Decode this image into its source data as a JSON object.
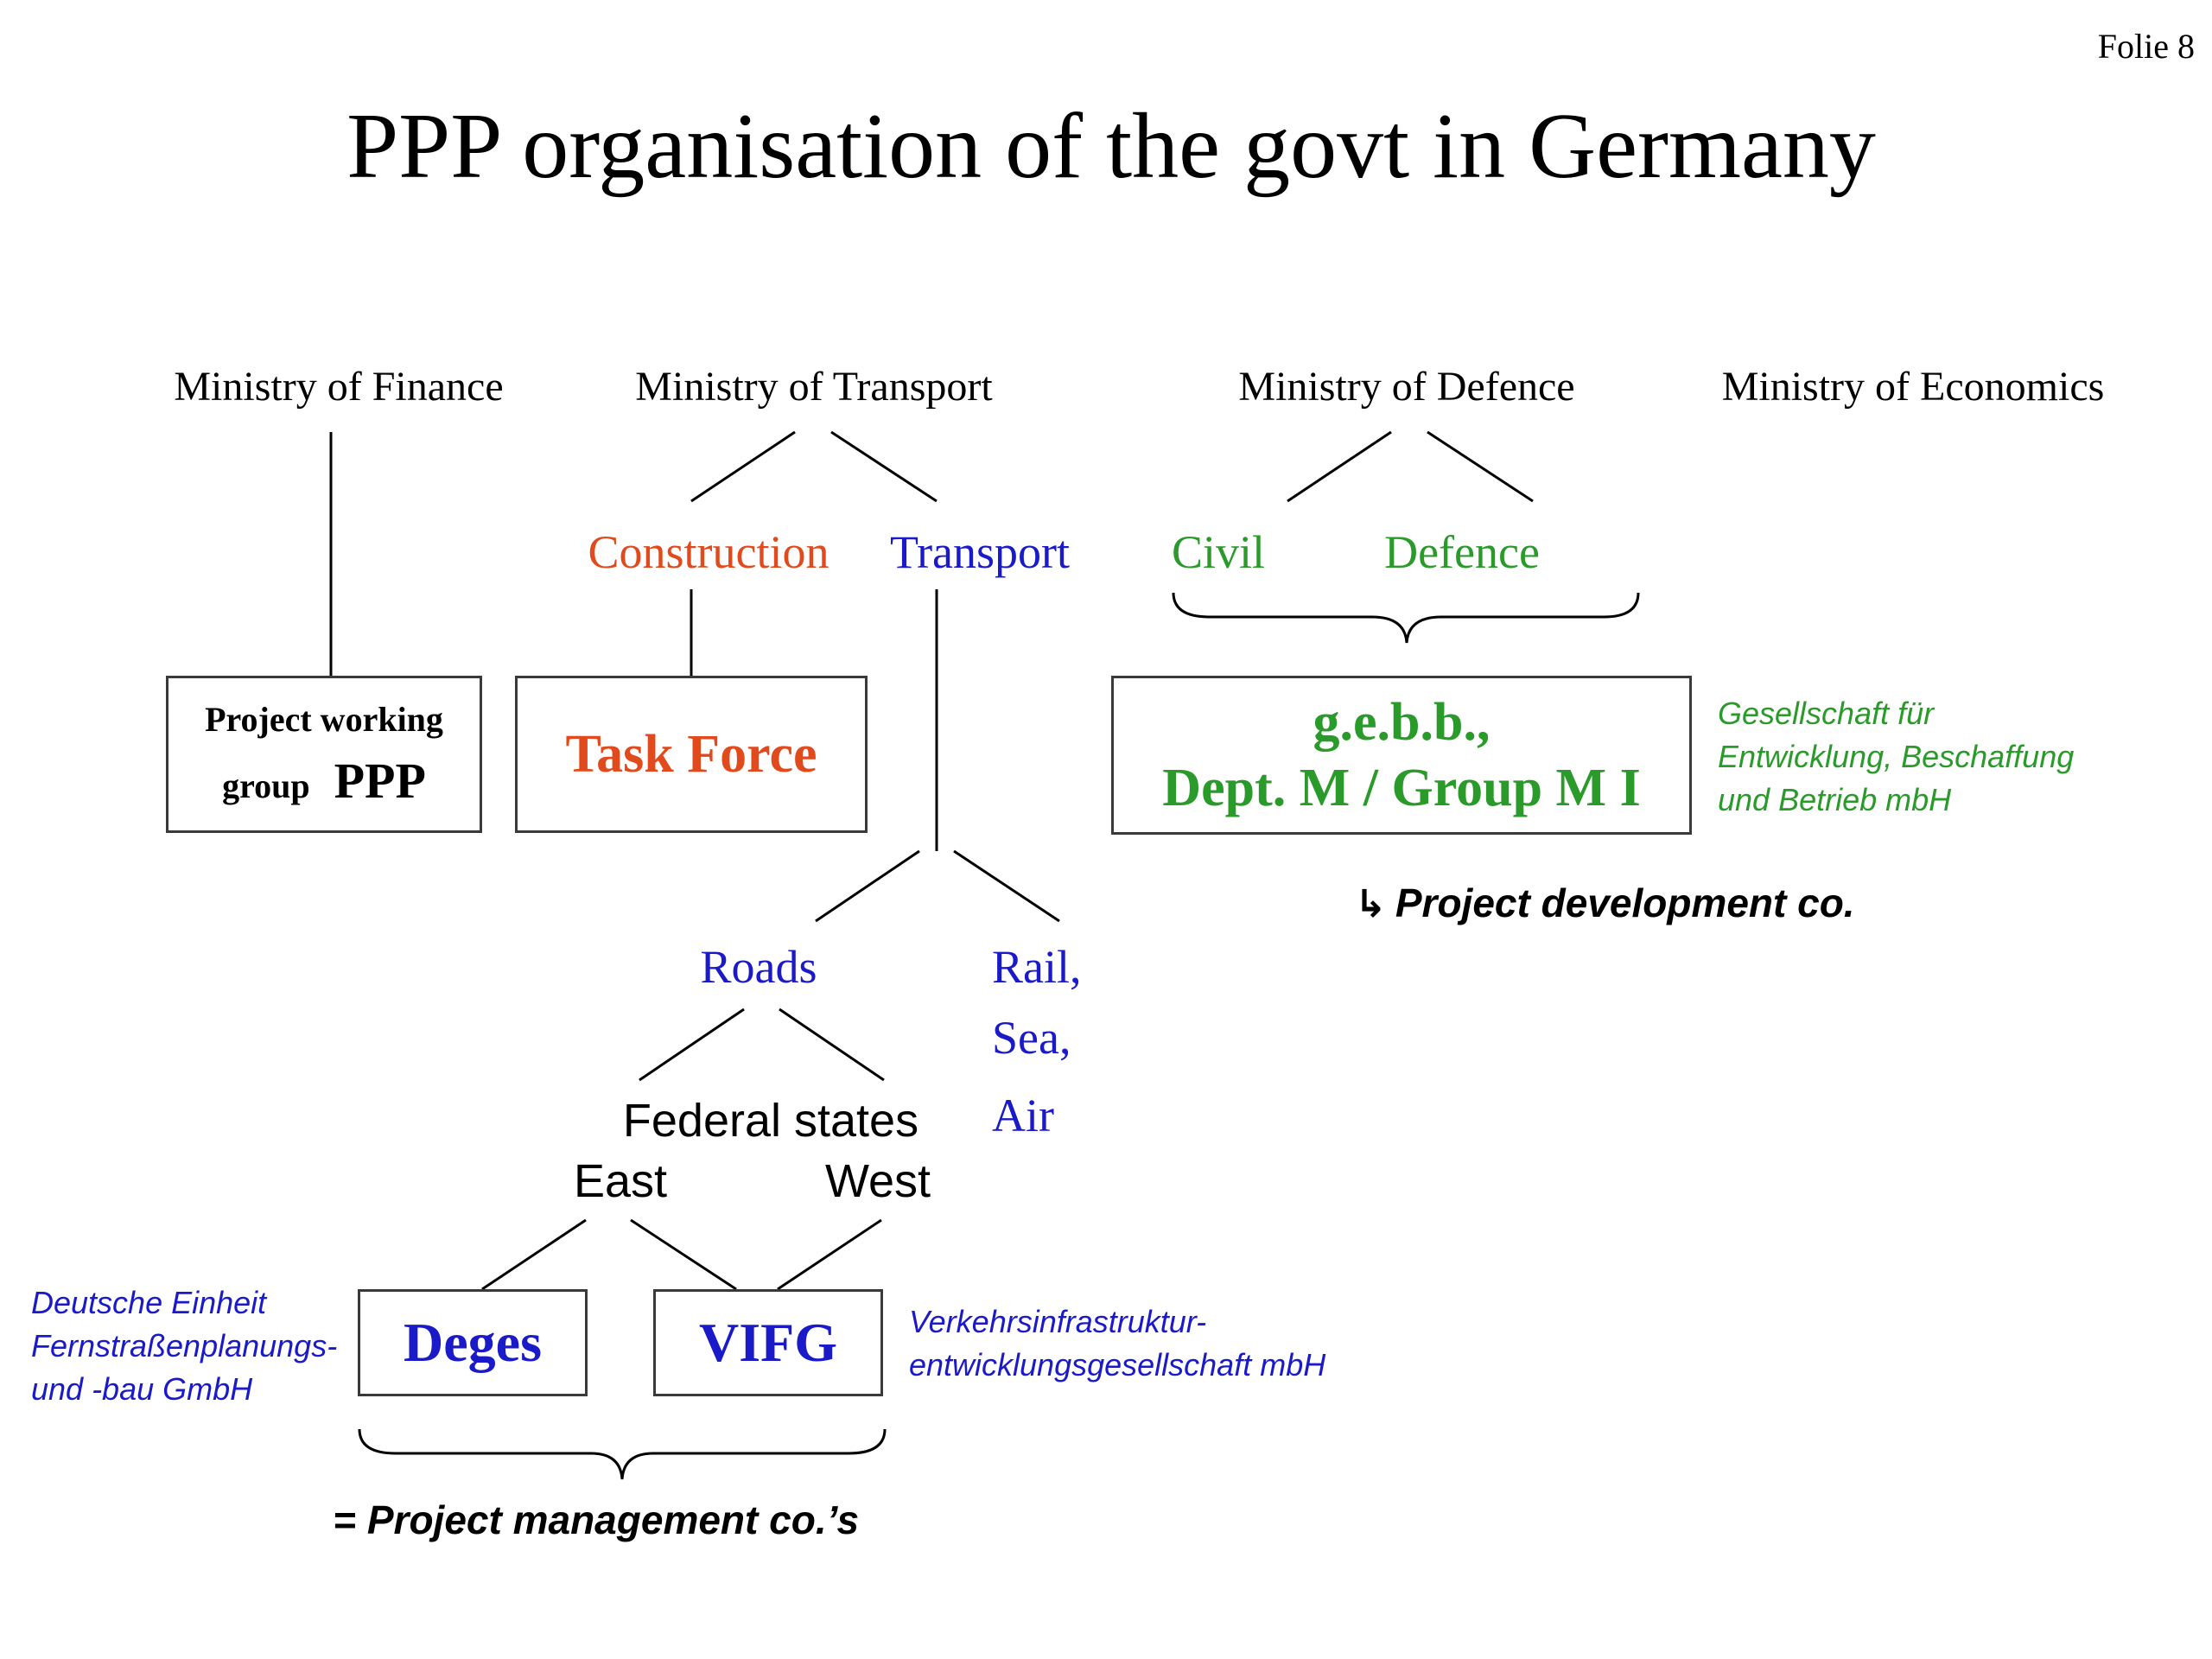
{
  "slide_label": "Folie 8",
  "title": "PPP organisation of the govt in Germany",
  "colors": {
    "black": "#000000",
    "red": "#e04a1c",
    "blue": "#1a1ac8",
    "green": "#2a9a2a"
  },
  "ministries": {
    "finance": "Ministry of Finance",
    "transport": "Ministry of Transport",
    "defence": "Ministry of Defence",
    "economics": "Ministry of Economics"
  },
  "transport_branches": {
    "construction": "Construction",
    "transport": "Transport"
  },
  "defence_branches": {
    "civil": "Civil",
    "defence": "Defence"
  },
  "boxes": {
    "ppp_group": {
      "line1": "Project working",
      "line2_small": "group",
      "line2_big": "PPP"
    },
    "task_force": "Task Force",
    "gebb": {
      "line1": "g.e.b.b.,",
      "line2": "Dept. M / Group M I"
    },
    "deges": "Deges",
    "vifg": "VIFG"
  },
  "gebb_note": [
    "Gesellschaft für",
    "Entwicklung, Beschaffung",
    "und Betrieb mbH"
  ],
  "project_dev": {
    "arrow": "↳",
    "text": "Project development co."
  },
  "transport_modes": {
    "roads": "Roads",
    "rail": "Rail,",
    "sea": "Sea,",
    "air": "Air"
  },
  "federal_states": {
    "label": "Federal states",
    "east": "East",
    "west": "West"
  },
  "deges_note": [
    "Deutsche Einheit",
    "Fernstraßenplanungs-",
    "und -bau GmbH"
  ],
  "vifg_note": [
    "Verkehrsinfrastruktur-",
    "entwicklungsgesellschaft mbH"
  ],
  "project_mgmt": {
    "prefix": "=",
    "text": "Project management co.’s"
  }
}
